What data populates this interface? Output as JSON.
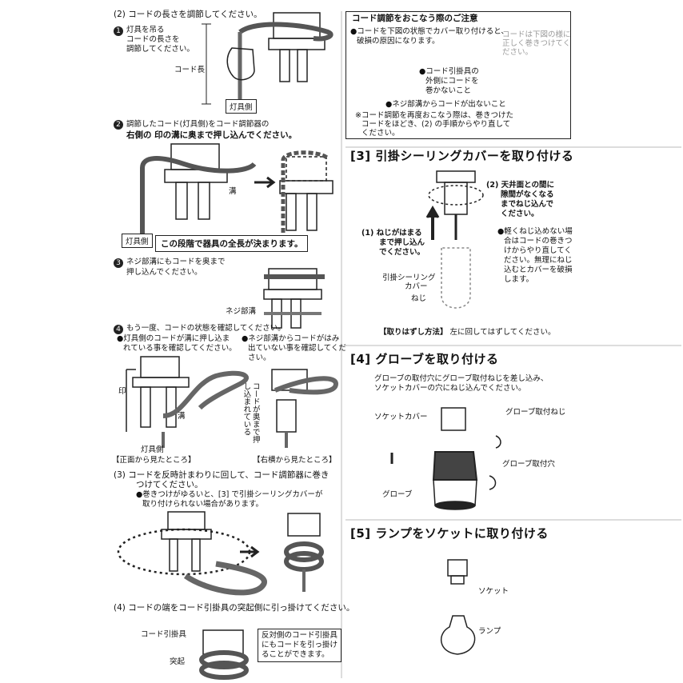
{
  "left": {
    "step2_title": "(2)  コードの長さを調節してください。",
    "s1_l1": "灯具を吊る",
    "s1_l2": "コードの長さを",
    "s1_l3": "調節してください。",
    "cord_length": "コード長",
    "fixture_side": "灯具側",
    "s2_l1": "調節したコード(灯具側)をコード調節器の",
    "s2_l2": "右側の  印の溝に奥まで押し込んでください。",
    "groove": "溝",
    "fixture_side_2": "灯具側",
    "fullLength_note": "この段階で器具の全長が決まります。",
    "s3_l1": "ネジ部溝にもコードを奥まで",
    "s3_l2": "押し込んでください。",
    "screw_groove": "ネジ部溝",
    "s4_title": "もう一度、コードの状態を確認してください。",
    "s4_a1": "●灯具側のコードが溝に押し込ま",
    "s4_a2": "れている事を確認してください。",
    "s4_b1": "●ネジ部溝からコードがはみ",
    "s4_b2": "出ていない事を確認してくだ",
    "s4_b3": "さい。",
    "mark_label": "印",
    "groove_2": "溝",
    "vertical_note": "コードが奥まで押し込まれている",
    "fixture_side_3": "灯具側",
    "front_view": "【正面から見たところ】",
    "side_view": "【右横から見たところ】",
    "step3_l1": "(3)  コードを反時計まわりに回して、コード調節器に巻き",
    "step3_l2": "つけてください。",
    "step3_n1": "●巻きつけがゆるいと、[3] で引掛シーリングカバーが",
    "step3_n2": "取り付けられない場合があります。",
    "step4_title": "(4)  コードの端をコード引掛具の突起側に引っ掛けてください。",
    "cord_hook": "コード引掛具",
    "protrusion": "突起",
    "hook_note_1": "反対側のコード引掛具",
    "hook_note_2": "にもコードを引っ掛け",
    "hook_note_3": "ることができます。"
  },
  "caution": {
    "title": "コード調節をおこなう際のご注意",
    "l1": "●コードを下図の状態でカバー取り付けると、",
    "l2": "破損の原因になります。",
    "gray1": "コードは下図の様に",
    "gray2": "正しく巻きつけてく",
    "gray3": "ださい。",
    "c1": "●コード引掛具の",
    "c2": "外側にコードを",
    "c3": "巻かないこと",
    "c4": "●ネジ部溝からコードが出ないこと",
    "n1": "※コード調節を再度おこなう際は、巻きつけた",
    "n2": "コードをほどき、(2) の手順からやり直して",
    "n3": "ください。"
  },
  "sec3": {
    "title": "[3]  引掛シーリングカバーを取り付ける",
    "r1": "(2)  天井面との間に",
    "r2": "隙間がなくなる",
    "r3": "までねじ込んで",
    "r4": "ください。",
    "l1": "(1)  ねじがはまる",
    "l2": "まで押し込ん",
    "l3": "でください。",
    "cover1": "引掛シーリング",
    "cover2": "カバー",
    "screw": "ねじ",
    "w1": "●軽くねじ込めない場",
    "w2": "合はコードの巻きつ",
    "w3": "けからやり直してく",
    "w4": "ださい。無理にねじ",
    "w5": "込むとカバーを破損",
    "w6": "します。",
    "remove_label": "【取りはずし方法】",
    "remove_text": "左に回してはずしてください。"
  },
  "sec4": {
    "title": "[4]  グローブを取り付ける",
    "d1": "グローブの取付穴にグローブ取付ねじを差し込み、",
    "d2": "ソケットカバーの穴にねじ込んでください。",
    "socket_cover": "ソケットカバー",
    "globe_screw": "グローブ取付ねじ",
    "globe_hole": "グローブ取付穴",
    "globe": "グローブ"
  },
  "sec5": {
    "title": "[5]  ランプをソケットに取り付ける",
    "socket": "ソケット",
    "lamp": "ランプ"
  }
}
